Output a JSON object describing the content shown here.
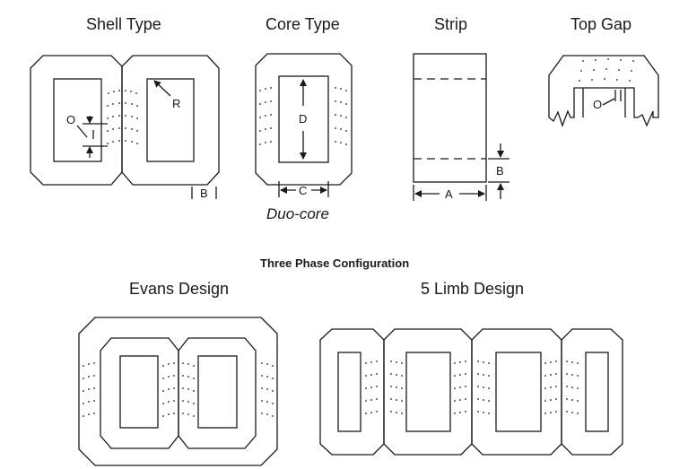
{
  "titles": {
    "shell_type": "Shell Type",
    "core_type": "Core Type",
    "strip": "Strip",
    "top_gap": "Top Gap",
    "duo_core": "Duo-core",
    "section": "Three Phase Configuration",
    "evans": "Evans Design",
    "five_limb": "5 Limb Design"
  },
  "labels": {
    "shell_o": "O",
    "shell_r": "R",
    "shell_b": "B",
    "core_d": "D",
    "core_c": "C",
    "strip_a": "A",
    "strip_b": "B",
    "topgap_o": "O"
  },
  "colors": {
    "line": "#1a1a1a",
    "background": "#ffffff"
  }
}
